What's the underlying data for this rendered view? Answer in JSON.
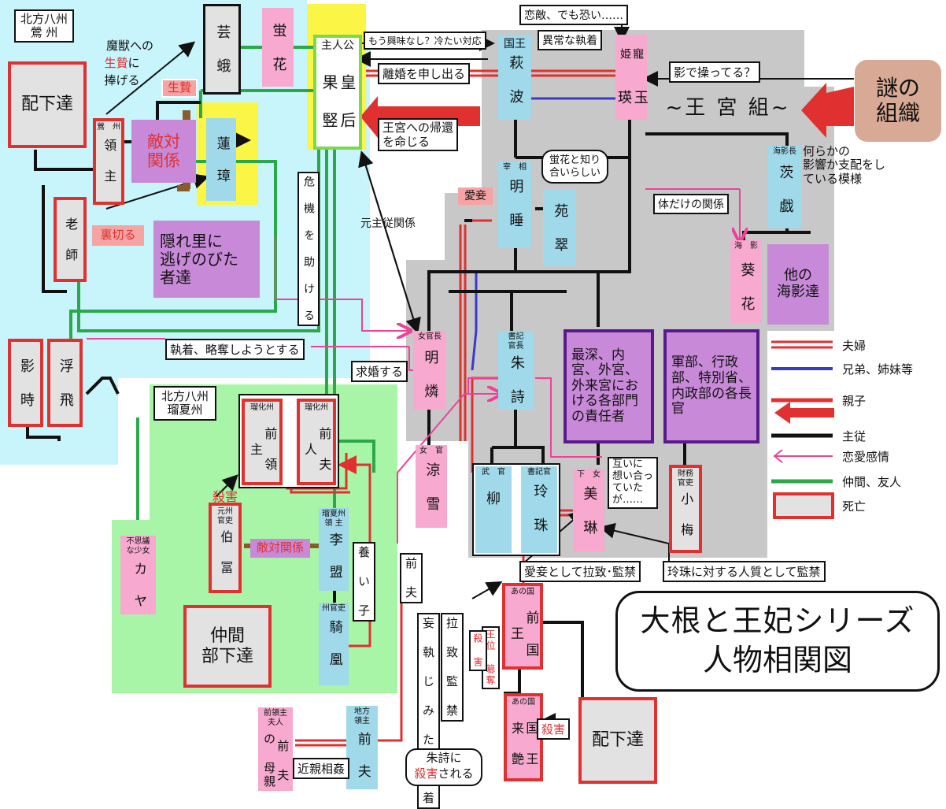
{
  "areas": {
    "yingzhou": "北方八州\n鶯 州",
    "ruixiazhou": "北方八州\n瑠夏州",
    "palace": "~王 宮 組~"
  },
  "nodes": {
    "haikatachi_top": "配下達",
    "yeigou": "芸\n蛾",
    "keika": "蛍\n花",
    "hero_tag": "主人公",
    "hero": "皇\n后\n果\n竪",
    "kokuou_tag": "国王",
    "kokuou": "萩\n波",
    "chouki_tag": "寵\n姫",
    "chouki": "玉\n瑛",
    "nazo": "謎の\n組織",
    "ryoushu_tag": "鶯　州",
    "ryoushu": "領\n主",
    "rensho": "蓮\n璋",
    "tekitai1": "敵対\n関係",
    "roushi": "老\n師",
    "kakurezato": "隠れ里に\n逃げのびた\n者達",
    "saishou_tag": "宰　相",
    "saishou": "明\n睡",
    "ensui": "苑\n翠",
    "kaieichou_tag": "海影長",
    "kaieichou": "茨\n戯",
    "kaiei_tag": "海　影",
    "kaiei": "葵\n花",
    "hoka_kaiei": "他の\n海影達",
    "kageji": "影\n時",
    "fuhi": "浮\n飛",
    "nyokan_chou_tag": "女官長",
    "nyokan_chou": "明\n燐",
    "shoki_chou_tag": "書記\n官長",
    "shoki_chou": "朱\n詩",
    "saishin": "最深、内宮、外宮、外来宮における各部門の責任者",
    "gunbu": "軍部、行政部、特別省、内政部の各長官",
    "zen_ryoushu_tag": "瑠化州",
    "zen_ryoushu": "前\n領\n主",
    "zen_fujin_tag": "瑠化州",
    "zen_fujin": "前\n夫\n人",
    "nyokan_tag": "女　官",
    "nyokan": "涼\n雪",
    "bukan_tag": "武　官",
    "bukan": "柳",
    "shokikan_tag": "書記官",
    "shokikan": "玲\n珠",
    "kajo_tag": "下　女",
    "kajo": "美\n琳",
    "zaimu_tag": "財務\n官吏",
    "zaimu": "小\n梅",
    "genshu_tag": "元州\n官吏",
    "genshu": "伯\n冨",
    "rika_ryoushu_tag": "瑠夏州\n領 主",
    "rika_ryoushu": "李\n盟",
    "fushigi_tag": "不思議\nな少女",
    "fushigi": "カ\nヤ",
    "shukan_tag": "州官吏",
    "shukan": "騎\n凰",
    "nakama": "仲間\n部下達",
    "anokuni1_tag": "あの国",
    "anokuni1": "前\n国\n王",
    "anokuni2_tag": "あの国",
    "anokuni2": "国\n王\n来\n艶",
    "haikatachi_bottom": "配下達",
    "zen_ryoushu_fujin_tag": "前領主\n夫人",
    "zen_ryoushu_fujin": "前\n夫\nの\n母親",
    "chihou_tag": "地方\n領主",
    "chihou": "前\n夫"
  },
  "labels": {
    "mazyu": "魔獣への",
    "mazyu2a": "生贄",
    "mazyu2b": "に",
    "mazyu3": "捧げる",
    "ikenie": "生贄",
    "renai_hajime": "恋敵、でも恐い……",
    "ijou": "異常な執着",
    "kyomi": "もう興味なし？冷たい対応",
    "rikon": "離婚を申し出る",
    "kikan": "王宮への帰還\nを命じる",
    "kage": "影で操ってる？",
    "nanraka": "何らかの\n影響か支配をし\nている模様",
    "kiki": "危\n機\nを\n助\nけ\nる",
    "uragiru": "裏切る",
    "motoshu": "元主従関係",
    "keika_shiri": "蛍花と知り\n合いらしい",
    "aishou1": "愛妾",
    "karada": "体だけの関係",
    "shuuchaku": "執着、略奪しようとする",
    "kyuukon": "求婚する",
    "tagai": "互いに\n想い合っ\nていた\nが……",
    "satsugai_title": "殺害",
    "tekitai2": "敵対関係",
    "yashinai": "養\nい\n子",
    "zenpu": "前\n夫",
    "aishou_rachi": "愛妾として拉致･監禁",
    "reishu_hitojichi": "玲珠に対する人質として監禁",
    "ouizandatsu": "王位\n簒奪",
    "satsugai2": "殺\n害",
    "moushuu": "妄\n執\nじ\nみ\nた\n執\n着",
    "rachi_kankin": "拉\n致\n監\n禁",
    "satsugai3": "殺害",
    "shushi_satsugai1": "朱詩に",
    "shushi_satsugai2": "殺害",
    "shushi_satsugai3": "される",
    "kinshin": "近親相姦"
  },
  "title": {
    "line1": "大根と王妃シリーズ",
    "line2": "人物相関図"
  },
  "legend": [
    {
      "label": "夫婦",
      "kind": "double-red"
    },
    {
      "label": "兄弟、姉妹等",
      "kind": "blue"
    },
    {
      "label": "親子",
      "kind": "red"
    },
    {
      "label": "",
      "kind": "red-arrow"
    },
    {
      "label": "主従",
      "kind": "black"
    },
    {
      "label": "恋愛感情",
      "kind": "pink-arrow"
    },
    {
      "label": "仲間、友人",
      "kind": "green"
    },
    {
      "label": "死亡",
      "kind": "dead-box"
    }
  ],
  "colors": {
    "red": "#e03030",
    "blue": "#3a3ac8",
    "green": "#2aa84a",
    "pink": "#f0409a",
    "black": "#111111",
    "area_cyan": "#c8f4fb",
    "area_green": "#a8f5a8",
    "area_gray": "#c8c8c8",
    "highlight": "#fbf545"
  }
}
